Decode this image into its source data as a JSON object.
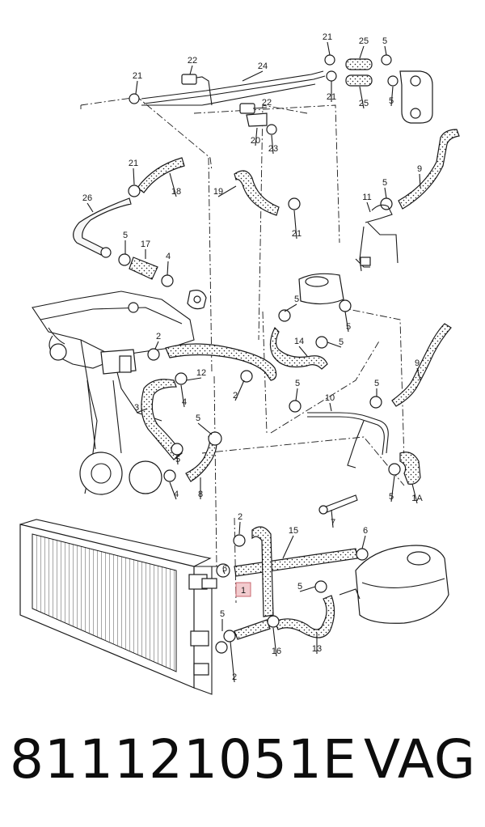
{
  "caption": {
    "part_number": "811121051E",
    "brand": "VAG"
  },
  "diagram": {
    "highlight_color": "#e7a1a6",
    "callouts": [
      "1",
      "1A",
      "2",
      "3",
      "4",
      "5",
      "6",
      "7",
      "8",
      "9",
      "10",
      "11",
      "12",
      "13",
      "14",
      "15",
      "16",
      "17",
      "18",
      "19",
      "20",
      "21",
      "22",
      "23",
      "24",
      "25",
      "26"
    ],
    "highlighted_callout": "1"
  }
}
